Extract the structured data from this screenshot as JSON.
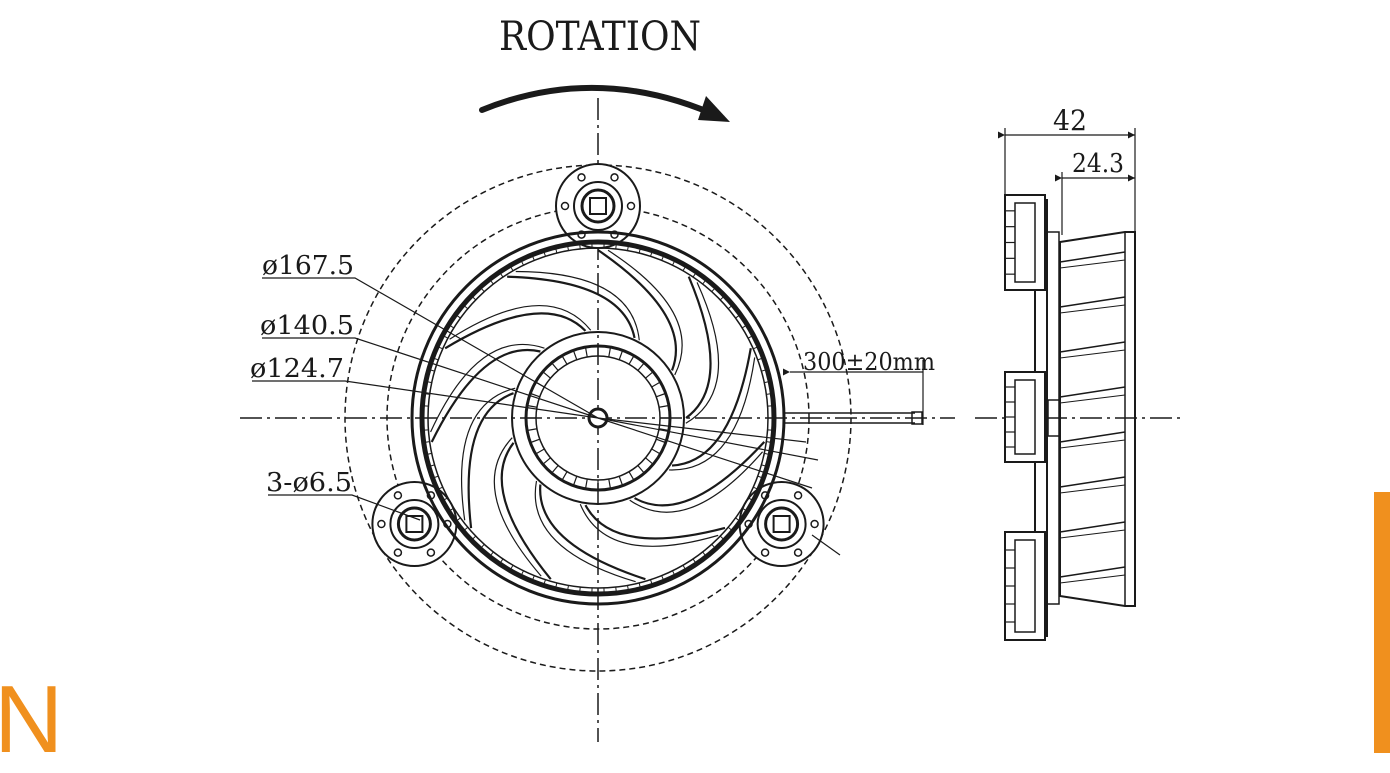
{
  "title": "ROTATION",
  "front_view": {
    "dimensions": {
      "d1": "ø167.5",
      "d2": "ø140.5",
      "d3": "ø124.7",
      "holes": "3-ø6.5",
      "cable": "300±20mm"
    }
  },
  "side_view": {
    "dimensions": {
      "overall": "42",
      "impeller": "24.3"
    }
  },
  "brand": {
    "letter": "N",
    "color": "#f0901e"
  },
  "line_color": "#1a1a1a",
  "impeller_blades": 11,
  "mounting_holes": 3
}
